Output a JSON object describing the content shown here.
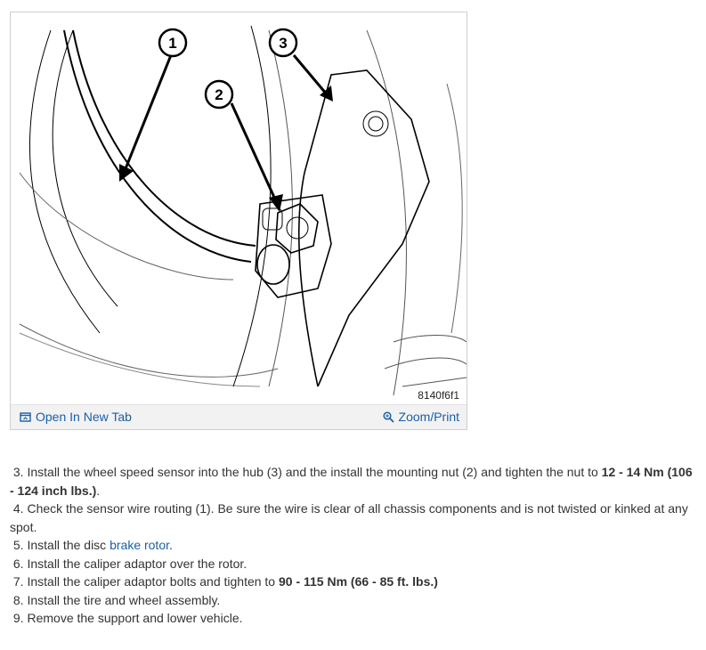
{
  "figure": {
    "code": "8140f6f1",
    "callouts": [
      "1",
      "2",
      "3"
    ],
    "open_tab_label": "Open In New Tab",
    "zoom_label": "Zoom/Print",
    "open_icon": "open-in-new-tab-icon",
    "zoom_icon": "magnifier-icon",
    "link_color": "#1a5fa8"
  },
  "steps": [
    {
      "num": "3.",
      "pre": "Install the wheel speed sensor into the hub (3) and the install the mounting nut (2) and tighten the nut to ",
      "bold": "12 - 14 Nm (106 - 124 inch lbs.)",
      "post": "."
    },
    {
      "num": "4.",
      "pre": "Check the sensor wire routing (1). Be sure the wire is clear of all chassis components and is not twisted or kinked at any spot."
    },
    {
      "num": "5.",
      "pre": "Install the disc ",
      "link": "brake rotor",
      "post": "."
    },
    {
      "num": "6.",
      "pre": "Install the caliper adaptor over the rotor."
    },
    {
      "num": "7.",
      "pre": "Install the caliper adaptor bolts and tighten to ",
      "bold": "90 - 115 Nm (66 - 85 ft. lbs.)"
    },
    {
      "num": "8.",
      "pre": "Install the tire and wheel assembly."
    },
    {
      "num": "9.",
      "pre": "Remove the support and lower vehicle."
    }
  ]
}
